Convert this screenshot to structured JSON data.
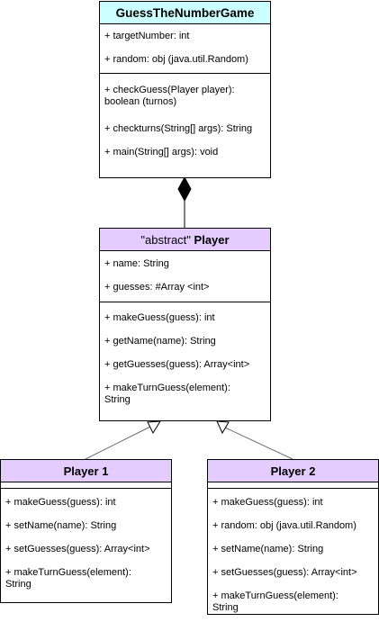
{
  "colors": {
    "game_header": "#ccffff",
    "player_header": "#e5ccff",
    "line": "#000000",
    "inherit_line": "#666666"
  },
  "game": {
    "title": "GuessTheNumberGame",
    "attributes": [
      "+ targetNumber: int",
      "+ random: obj (java.util.Random)"
    ],
    "methods": [
      [
        "+ checkGuess(Player player):",
        "boolean (turnos)"
      ],
      [
        "+ checkturns(String[] args): String"
      ],
      [
        "+ main(String[] args): void"
      ]
    ]
  },
  "player": {
    "stereotype": "\"abstract\"",
    "title": "Player",
    "attributes": [
      "+ name: String",
      "+ guesses: #Array <int>"
    ],
    "methods": [
      [
        "+ makeGuess(guess): int"
      ],
      [
        "+ getName(name): String"
      ],
      [
        "+ getGuesses(guess): Array<int>"
      ],
      [
        "+ makeTurnGuess(element):",
        "String"
      ]
    ]
  },
  "player1": {
    "title": "Player 1",
    "methods": [
      [
        "+ makeGuess(guess): int"
      ],
      [
        "+ setName(name): String"
      ],
      [
        "+ setGuesses(guess): Array<int>"
      ],
      [
        "+ makeTurnGuess(element):",
        "String"
      ]
    ]
  },
  "player2": {
    "title": "Player 2",
    "methods": [
      [
        "+ makeGuess(guess): int"
      ],
      [
        "+ random: obj (java.util.Random)"
      ],
      [
        "+ setName(name): String"
      ],
      [
        "+ setGuesses(guess): Array<int>"
      ],
      [
        "+ makeTurnGuess(element):",
        "String"
      ]
    ]
  }
}
